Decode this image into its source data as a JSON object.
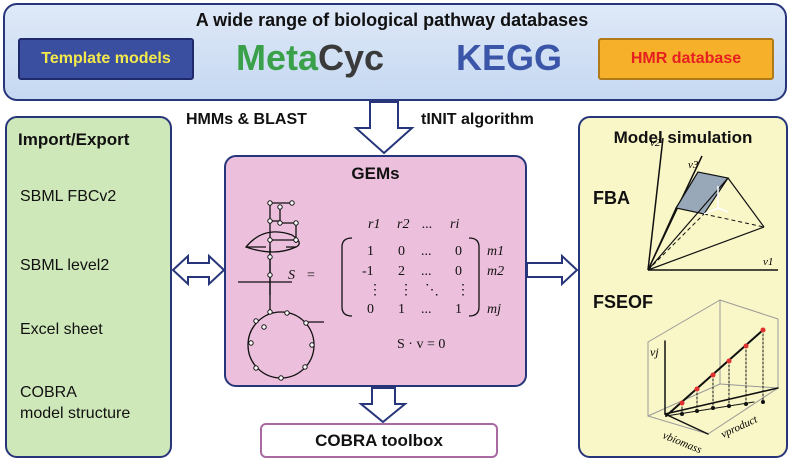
{
  "header": {
    "title": "A wide range of biological pathway databases",
    "template_models": "Template models",
    "metacyc_meta": "Meta",
    "metacyc_cyc": "Cyc",
    "kegg": "KEGG",
    "hmr": "HMR database"
  },
  "edges": {
    "hmms_blast": "HMMs & BLAST",
    "tinit": "tINIT algorithm"
  },
  "import_export": {
    "title": "Import/Export",
    "items": [
      "SBML FBCv2",
      "SBML level2",
      "Excel sheet",
      "COBRA",
      "model structure"
    ]
  },
  "gems": {
    "title": "GEMs",
    "matrix": {
      "lhs": "S",
      "equals": "=",
      "col_headers": [
        "r1",
        "r2",
        "...",
        "ri"
      ],
      "rows": [
        [
          "1",
          "0",
          "...",
          "0"
        ],
        [
          "-1",
          "2",
          "...",
          "0"
        ],
        [
          "⋮",
          "⋮",
          "⋱",
          "⋮"
        ],
        [
          "0",
          "1",
          "...",
          "1"
        ]
      ],
      "row_labels": [
        "m1",
        "m2",
        "",
        "mj"
      ],
      "equation": "S · v = 0"
    }
  },
  "cobra": {
    "label": "COBRA toolbox"
  },
  "simulation": {
    "title": "Model simulation",
    "fba": {
      "label": "FBA",
      "axes": [
        "v2",
        "v3",
        "v1"
      ]
    },
    "fseof": {
      "label": "FSEOF",
      "axes": [
        "vj",
        "vbiomass",
        "vproduct"
      ]
    }
  },
  "colors": {
    "border": "#27367a",
    "top_panel": "#c5d8f1",
    "left_panel": "#cfe8b9",
    "center_panel": "#ecc0dc",
    "right_panel": "#f9f6c7",
    "template_bg": "#3b4fa0",
    "template_text": "#f4e94a",
    "hmr_bg": "#f6b02a",
    "hmr_text": "#e62020",
    "meta_green": "#3aa04a",
    "kegg_blue": "#3b55a8"
  }
}
